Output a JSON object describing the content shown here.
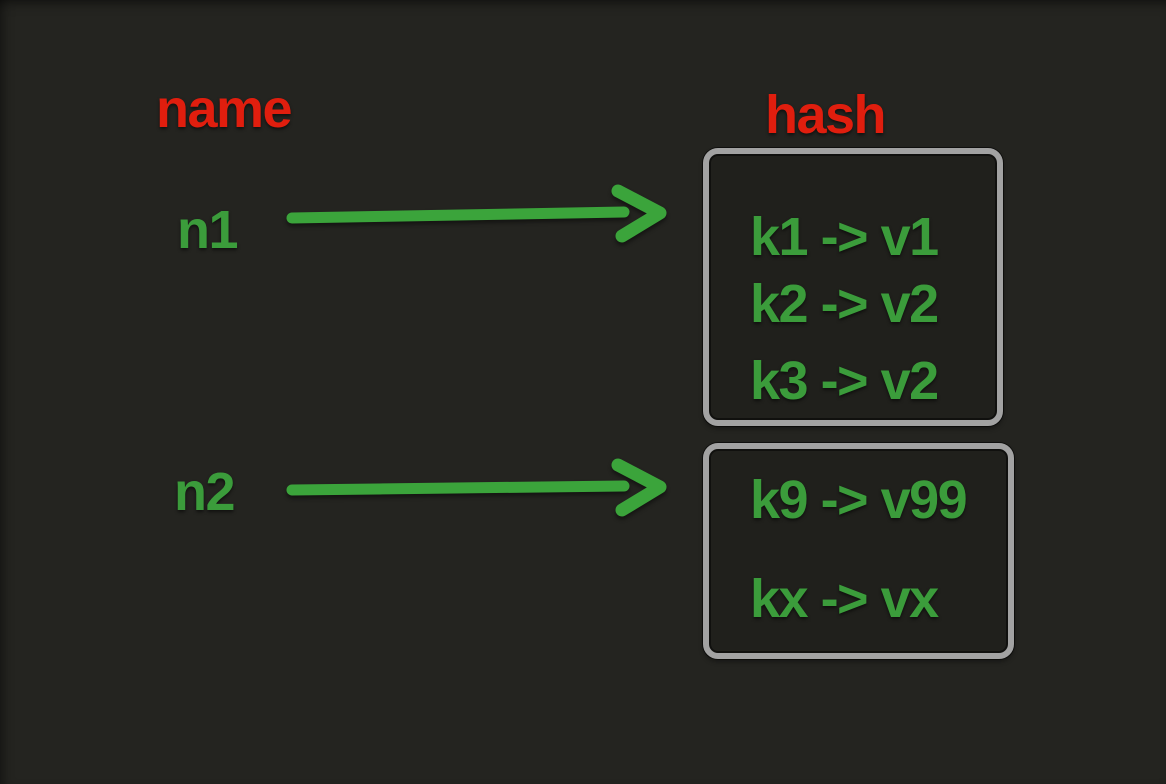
{
  "diagram": {
    "columns": {
      "name_header": "name",
      "hash_header": "hash"
    },
    "colors": {
      "background": "#242420",
      "header_red": "#e01e0e",
      "text_green": "#3b9c3b",
      "arrow_green": "#3ba43b",
      "box_border_gray": "#a2a2a2"
    },
    "icons": {
      "arrow_1": "right-arrow",
      "arrow_2": "right-arrow"
    },
    "rows": [
      {
        "label": "n1",
        "hash_entries": [
          "k1 -> v1",
          "k2 -> v2",
          "k3 -> v2"
        ]
      },
      {
        "label": "n2",
        "hash_entries": [
          "k9 -> v99",
          "kx -> vx"
        ]
      }
    ]
  }
}
